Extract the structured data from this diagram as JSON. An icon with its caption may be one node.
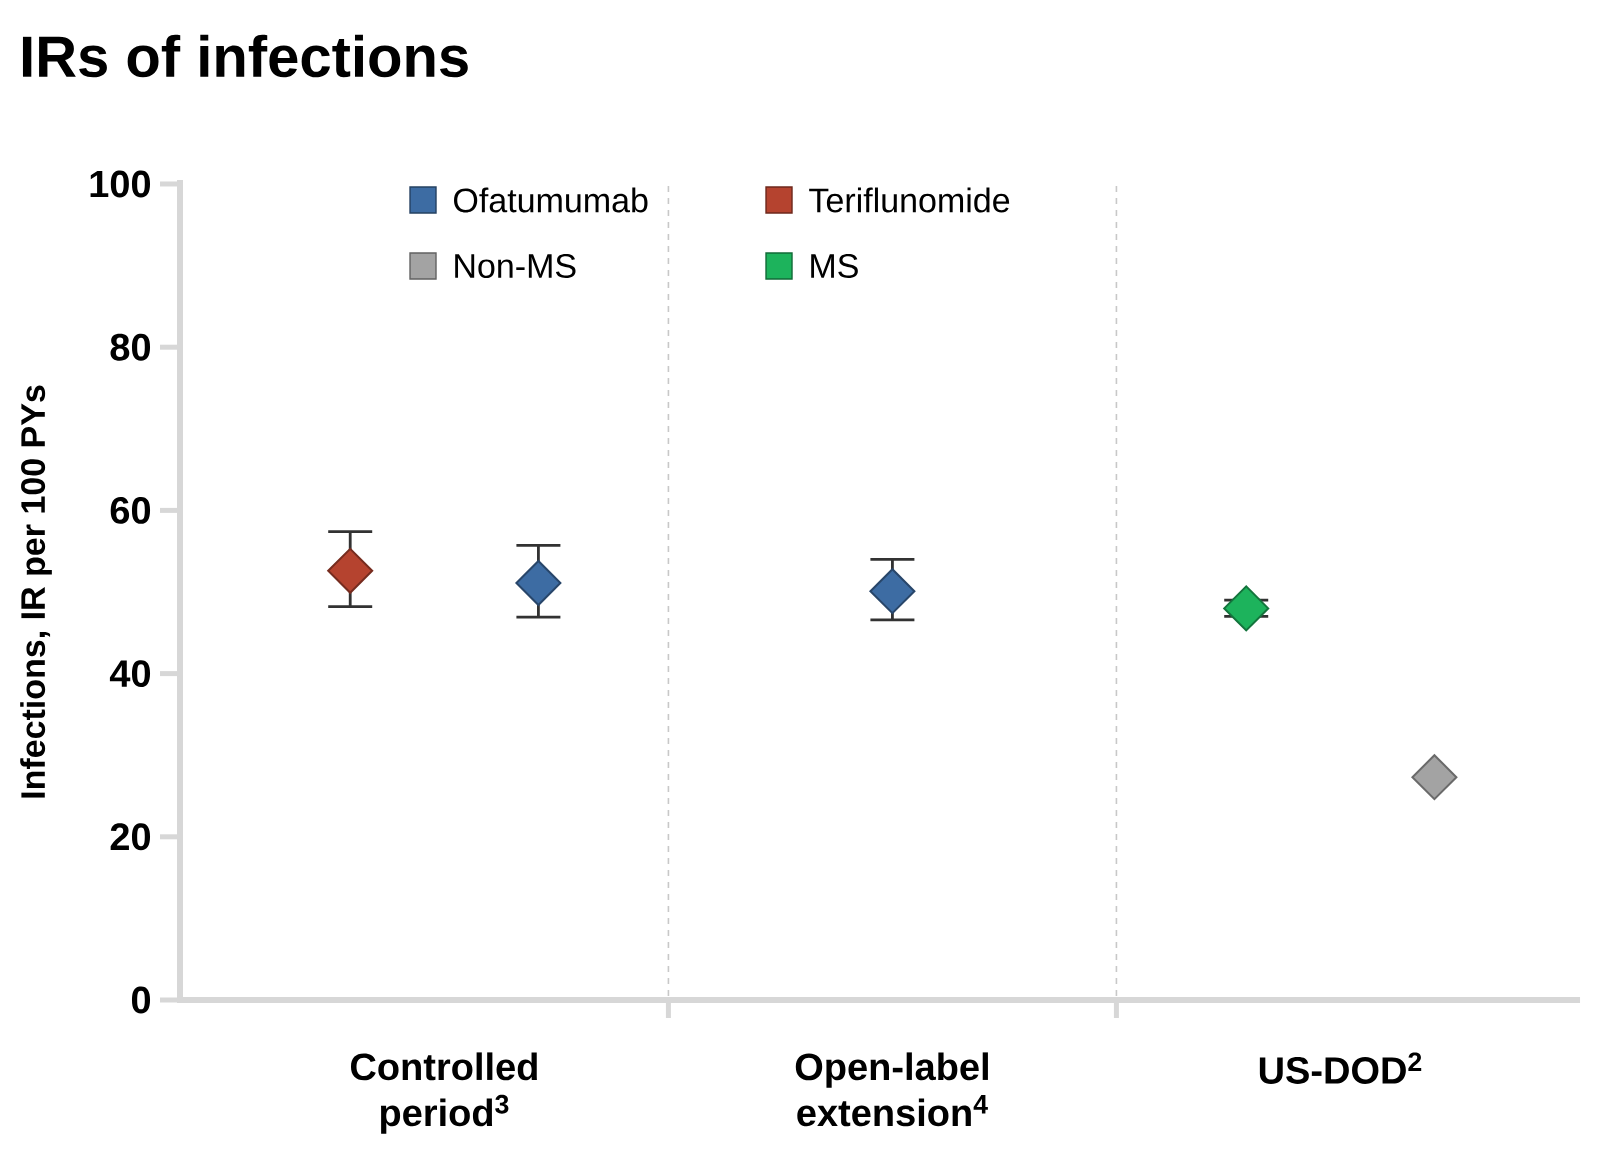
{
  "diagram": {
    "title": "IRs of infections",
    "chart_data": {
      "type": "scatter",
      "ylabel": "Infections, IR per 100 PYs",
      "categories": [
        "Controlled period$^{3}$",
        "Open-label extension$^{4}$",
        "US-DOD$^{2}$"
      ],
      "ylim": [
        0,
        100
      ],
      "yticks": [
        0,
        20,
        40,
        60,
        80,
        100
      ],
      "series": [
        {
          "name": "Ofatumumab",
          "color": "#3d6ca3",
          "values": [
            51.1,
            50.1,
            null
          ]
        },
        {
          "name": "Teriflunomide",
          "color": "#b5432f",
          "values": [
            52.6,
            null,
            null
          ]
        },
        {
          "name": "Non-MS",
          "color": "#a3a3a3",
          "values": [
            null,
            null,
            27.3
          ]
        },
        {
          "name": "MS",
          "color": "#1db35c",
          "values": [
            null,
            null,
            48.0
          ]
        }
      ],
      "legend": true
    }
  }
}
